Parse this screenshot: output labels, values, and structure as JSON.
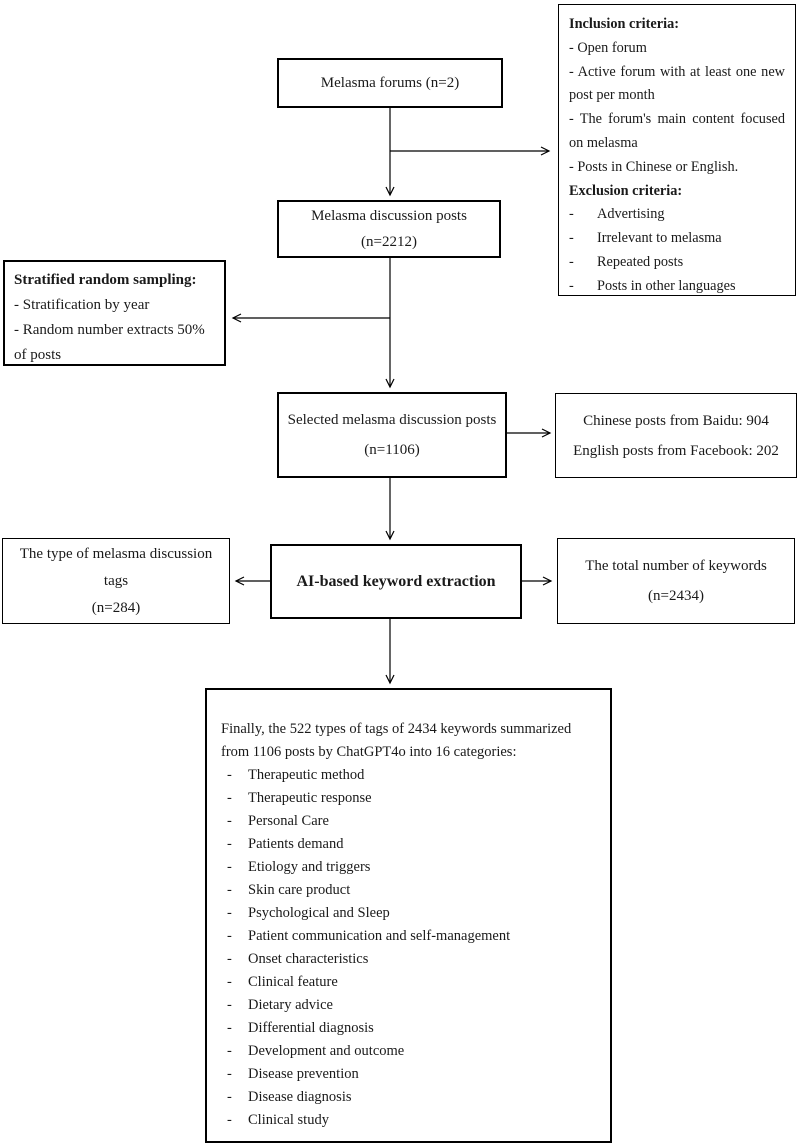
{
  "colors": {
    "background": "#ffffff",
    "line": "#000000",
    "box_border": "#000000",
    "text": "#1a1a1a"
  },
  "bullet": "-",
  "boxes": {
    "melasma_forums": {
      "text": "Melasma forums (n=2)"
    },
    "criteria": {
      "inclusion_title": "Inclusion criteria:",
      "inclusion_items": [
        "- Open forum",
        "- Active forum with at least one new post per month",
        "- The forum's main content focused on melasma",
        "- Posts in Chinese or English."
      ],
      "exclusion_title": "Exclusion criteria:",
      "exclusion_items": [
        "Advertising",
        "Irrelevant to melasma",
        "Repeated posts",
        "Posts in other languages"
      ]
    },
    "discussion_posts": {
      "line1": "Melasma discussion posts",
      "line2": "(n=2212)"
    },
    "stratified_sampling": {
      "title": "Stratified random sampling:",
      "items": [
        "- Stratification by year",
        "- Random number extracts 50% of posts"
      ]
    },
    "selected_posts": {
      "line1": "Selected melasma discussion posts",
      "line2": "(n=1106)"
    },
    "source_counts": {
      "line1": "Chinese posts from Baidu: 904",
      "line2": "English posts from Facebook: 202"
    },
    "tag_types": {
      "line1": "The type of melasma discussion",
      "line2": "tags",
      "line3": "(n=284)"
    },
    "ai_extraction": {
      "text": "AI-based keyword extraction"
    },
    "total_keywords": {
      "line1": "The total number of keywords",
      "line2": "(n=2434)"
    },
    "summary": {
      "intro_line1": "Finally, the 522 types of tags of 2434 keywords summarized",
      "intro_line2": "from 1106 posts by ChatGPT4o into 16 categories:",
      "categories": [
        "Therapeutic method",
        "Therapeutic response",
        "Personal Care",
        "Patients demand",
        "Etiology and triggers",
        "Skin care product",
        "Psychological and Sleep",
        "Patient communication and self-management",
        "Onset characteristics",
        "Clinical feature",
        "Dietary advice",
        "Differential diagnosis",
        "Development and outcome",
        "Disease prevention",
        "Disease diagnosis",
        "Clinical study"
      ]
    }
  }
}
